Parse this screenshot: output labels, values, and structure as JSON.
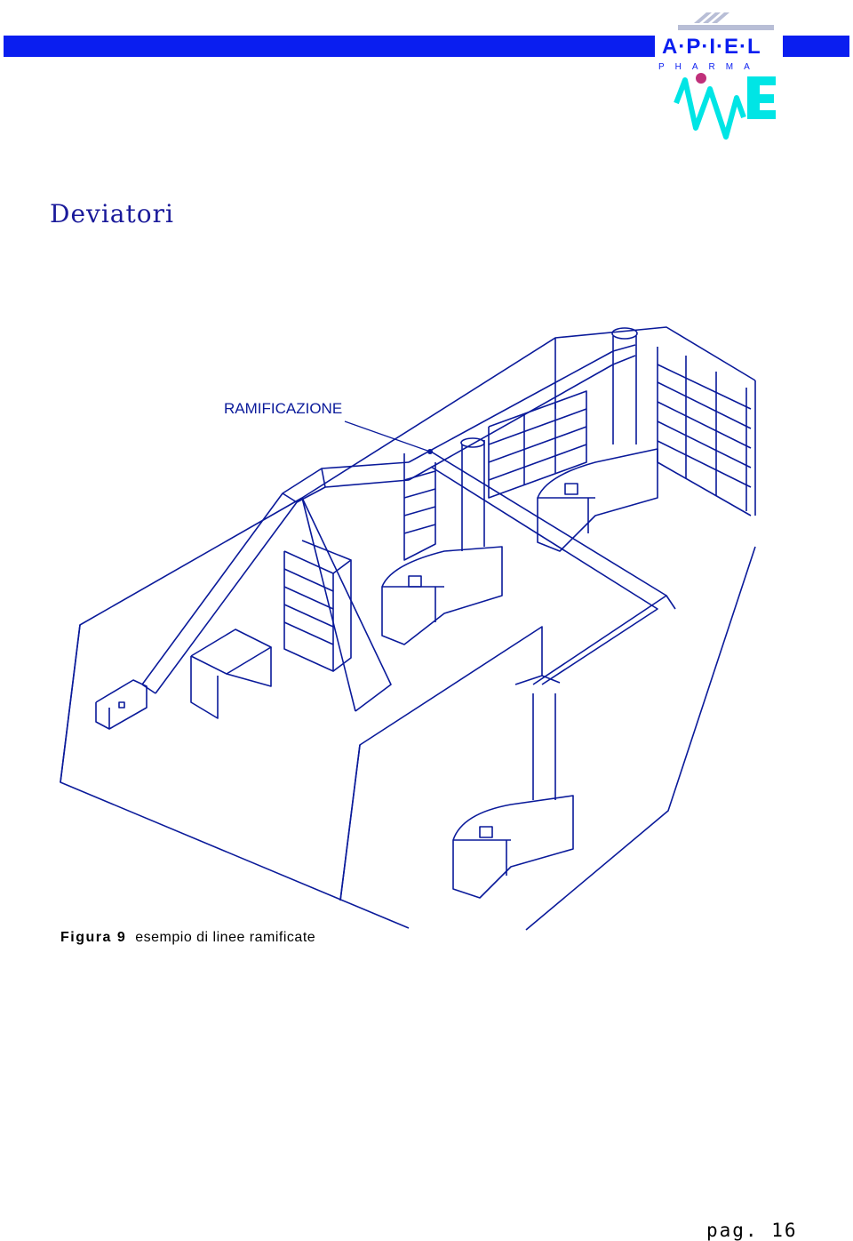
{
  "header": {
    "brand": "APIEL",
    "brand_sub": "PHARMA",
    "brand_color": "#0a1ef0",
    "logo_accent_color": "#00e5e5",
    "logo_dot_color": "#c0307a"
  },
  "page_title": "Deviatori",
  "figure": {
    "callout_label": "RAMIFICAZIONE",
    "line_color": "#0a1a9a",
    "caption_label": "Figura 9",
    "caption_text": "esempio di linee ramificate"
  },
  "footer": {
    "page_label": "pag. 16"
  }
}
